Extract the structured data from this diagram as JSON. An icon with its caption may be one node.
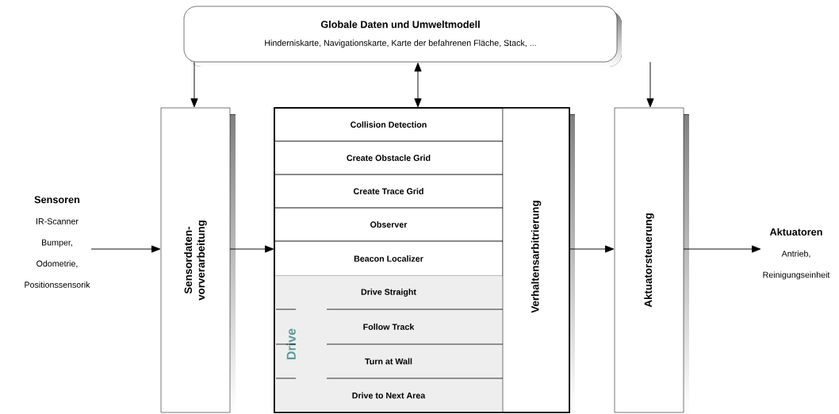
{
  "diagram": {
    "nodes": [
      {
        "text": [
          "Globale Daten und Umweltmodell",
          "Hinderniskarte, Navigationskarte, Karte der befahrenen Fläche, Stack, ..."
        ]
      },
      {
        "text": [
          "Sensoren",
          "IR-Scanner",
          "Bumper,",
          "Odometrie,",
          "Positionssensorik"
        ]
      },
      {
        "text": [
          "Sensordaten- vorverarbeitung"
        ]
      },
      {
        "text": [],
        "shape": "box"
      },
      {
        "text": [
          "Collision Detection"
        ],
        "in": 3
      },
      {
        "text": [
          "Create Obstacle Grid"
        ],
        "in": 3
      },
      {
        "text": [
          "Create Trace Grid"
        ],
        "in": 3
      },
      {
        "text": [
          "Observer"
        ],
        "in": 3
      },
      {
        "text": [
          "Beacon Localizer"
        ],
        "in": 3
      },
      {
        "text": [
          "Drive"
        ],
        "in": 3
      },
      {
        "text": [
          "Drive Straight"
        ],
        "in": 9
      },
      {
        "text": [
          "Follow Track"
        ],
        "in": 9
      },
      {
        "text": [
          "Turn at Wall"
        ],
        "in": 9
      },
      {
        "text": [
          "Drive to Next Area"
        ],
        "in": 9
      },
      {
        "text": [
          "Verhaltensarbitrierung"
        ],
        "in": 3
      },
      {
        "text": [
          "Aktuatorsteuerung"
        ]
      },
      {
        "text": [
          "Aktuatoren",
          "Antrieb,",
          "Reinigungseinheit"
        ]
      }
    ],
    "edges": [
      {
        "from": 0,
        "to": 2,
        "arrow": "to"
      },
      {
        "from": 0,
        "to": 3,
        "arrow": "both"
      },
      {
        "from": 0,
        "to": 15,
        "arrow": "to"
      },
      {
        "from": 1,
        "to": 2,
        "arrow": "to"
      },
      {
        "from": 2,
        "to": 3,
        "arrow": "to"
      },
      {
        "from": 14,
        "to": 15,
        "arrow": "to"
      },
      {
        "from": 15,
        "to": 16,
        "arrow": "to"
      }
    ]
  }
}
